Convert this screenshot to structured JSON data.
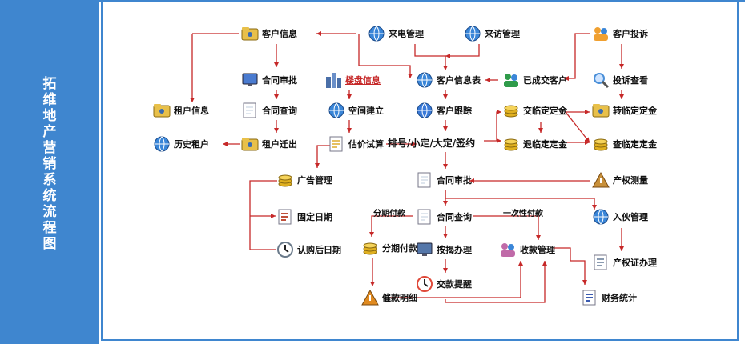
{
  "sidebar": {
    "title": "拓维地产营销系统流程图"
  },
  "nodes": {
    "customer_info": "客户信息",
    "call_mgmt": "来电管理",
    "visit_mgmt": "来访管理",
    "customer_complaint": "客户投诉",
    "contract_review_top": "合同审批",
    "property_info": "楼盘信息",
    "customer_info_table": "客户信息表",
    "closed_customers": "已成交客户",
    "complaint_view": "投诉查看",
    "tenant_info": "租户信息",
    "contract_query_left": "合同查询",
    "space_setup": "空间建立",
    "customer_follow": "客户跟踪",
    "deposit_exchange": "交临定定金",
    "convert_deposit": "转临定定金",
    "history_tenant": "历史租户",
    "tenant_move_out": "租户迁出",
    "price_estimate": "估价试算",
    "reserve_flow": "排号/小定/大定/签约",
    "refund_deposit": "退临定定金",
    "check_deposit": "查临定定金",
    "ad_mgmt": "广告管理",
    "contract_review_main": "合同审批",
    "property_survey": "产权测量",
    "fixed_date": "固定日期",
    "contract_query_main": "合同查询",
    "move_in_mgmt": "入伙管理",
    "after_purchase_date": "认购后日期",
    "installment": "分期付款",
    "mortgage": "按揭办理",
    "payment_mgmt": "收款管理",
    "deed_process": "产权证办理",
    "payment_reminder": "交款提醒",
    "collection_detail": "催款明细",
    "finance_stats": "财务统计"
  },
  "edge_labels": {
    "installment_label": "分期付款",
    "lump_sum_label": "一次性付款"
  },
  "colors": {
    "accent": "#3f86cf",
    "arrow": "#c62828"
  },
  "icons": {
    "customer_info": "folder-person-icon",
    "call_mgmt": "globe-phone-icon",
    "visit_mgmt": "globe-visitor-icon",
    "customer_complaint": "people-talk-icon",
    "contract_review_top": "monitor-doc-icon",
    "property_info": "buildings-icon",
    "customer_info_table": "globe-table-icon",
    "closed_customers": "users-icon",
    "complaint_view": "magnifier-icon",
    "tenant_info": "folder-coin-icon",
    "contract_query_left": "doc-pen-icon",
    "space_setup": "globe-arrow-icon",
    "customer_follow": "runner-icon",
    "deposit_exchange": "coins-arrow-icon",
    "convert_deposit": "folder-pen-icon",
    "history_tenant": "globe-person-icon",
    "tenant_move_out": "folder-move-icon",
    "price_estimate": "calculator-icon",
    "refund_deposit": "coins-back-icon",
    "check_deposit": "coins-search-icon",
    "ad_mgmt": "tower-coins-icon",
    "contract_review_main": "doc-edit-icon",
    "property_survey": "compass-icon",
    "fixed_date": "calendar-icon",
    "contract_query_main": "doc-search-icon",
    "move_in_mgmt": "globe-key-icon",
    "after_purchase_date": "clock-icon",
    "installment": "coin-stack-icon",
    "mortgage": "computer-icon",
    "payment_mgmt": "handshake-icon",
    "deed_process": "certificate-icon",
    "payment_reminder": "alarm-doc-icon",
    "collection_detail": "warning-doc-icon",
    "finance_stats": "chart-doc-icon"
  }
}
